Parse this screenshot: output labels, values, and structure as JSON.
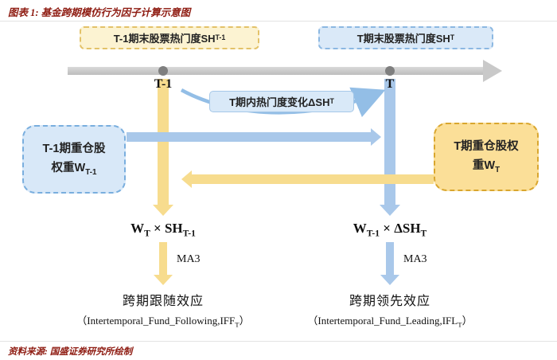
{
  "header": {
    "title": "图表 1: 基金跨期模仿行为因子计算示意图"
  },
  "timeline": {
    "t_minus_1_label": "T-1",
    "t_label": "T"
  },
  "boxes": {
    "top_left": {
      "text": "T-1期末股票热门度SH",
      "sub": "T-1"
    },
    "top_right": {
      "text": "T期末股票热门度SH",
      "sub": "T"
    },
    "delta": {
      "text": "T期内热门度变化ΔSH",
      "sub": "T"
    },
    "weight_left": {
      "line1": "T-1期重仓股",
      "line2": "权重W",
      "sub": "T-1"
    },
    "weight_right": {
      "line1": "T期重仓股权",
      "line2": "重W",
      "sub": "T"
    }
  },
  "formulas": {
    "left": {
      "p1": "W",
      "s1": "T",
      "p2": " × SH",
      "s2": "T-1"
    },
    "right": {
      "p1": "W",
      "s1": "T-1",
      "p2": " × ΔSH",
      "s2": "T"
    }
  },
  "ma3": {
    "left": "MA3",
    "right": "MA3"
  },
  "results": {
    "left": {
      "cn": "跨期跟随效应",
      "en_pre": "（Intertemporal_Fund_Following,IFF",
      "en_sub": "T",
      "en_post": "）"
    },
    "right": {
      "cn": "跨期领先效应",
      "en_pre": "（Intertemporal_Fund_Leading,IFL",
      "en_sub": "T",
      "en_post": "）"
    }
  },
  "footer": {
    "source": "资料来源: 国盛证券研究所绘制"
  },
  "colors": {
    "accent_maroon": "#8E1B11",
    "yellow_box_fill": "#FCF3D2",
    "yellow_box_border": "#E3C269",
    "yellow_arrow": "#F7DC8E",
    "weight_yellow_fill": "#FBDF98",
    "weight_yellow_border": "#D9A62E",
    "blue_box_fill": "#DAE9F8",
    "blue_box_border": "#8CB8E2",
    "blue_arrow": "#A9C8EA",
    "timeline_gray": "#C9C9C9",
    "dot_gray": "#7F7F7F"
  }
}
